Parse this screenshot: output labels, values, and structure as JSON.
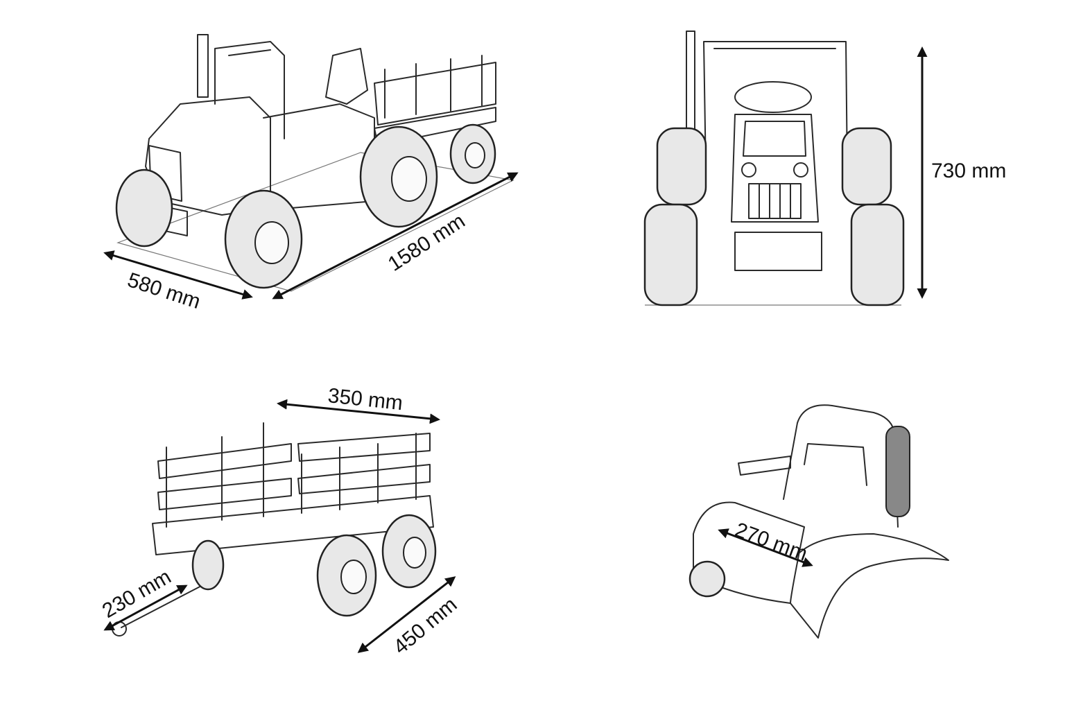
{
  "dimensions": {
    "tractor_width": "580 mm",
    "tractor_length": "1580 mm",
    "tractor_height": "730 mm",
    "trailer_width": "350 mm",
    "drawbar_length": "230 mm",
    "trailer_length": "450 mm",
    "seat_width": "270 mm"
  }
}
